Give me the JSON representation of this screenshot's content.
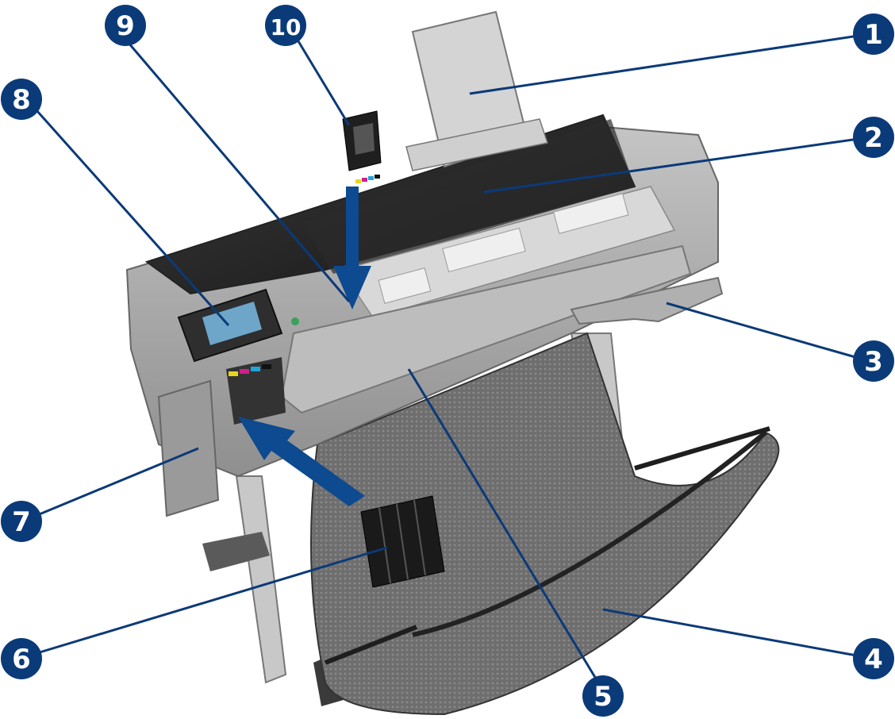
{
  "callouts": [
    {
      "id": "1",
      "label": "1"
    },
    {
      "id": "2",
      "label": "2"
    },
    {
      "id": "3",
      "label": "3"
    },
    {
      "id": "4",
      "label": "4"
    },
    {
      "id": "5",
      "label": "5"
    },
    {
      "id": "6",
      "label": "6"
    },
    {
      "id": "7",
      "label": "7"
    },
    {
      "id": "8",
      "label": "8"
    },
    {
      "id": "9",
      "label": "9"
    },
    {
      "id": "10",
      "label": "10"
    }
  ],
  "colors": {
    "callout": "#0b3a78",
    "arrow": "#0d4a8f",
    "printer_body": "#a9a9a9",
    "printer_dark": "#2a2a2a",
    "basket": "#4a4a4a"
  },
  "icons": [
    "printer-illustration",
    "printhead-part",
    "ink-cartridges-part",
    "insertion-arrow"
  ]
}
